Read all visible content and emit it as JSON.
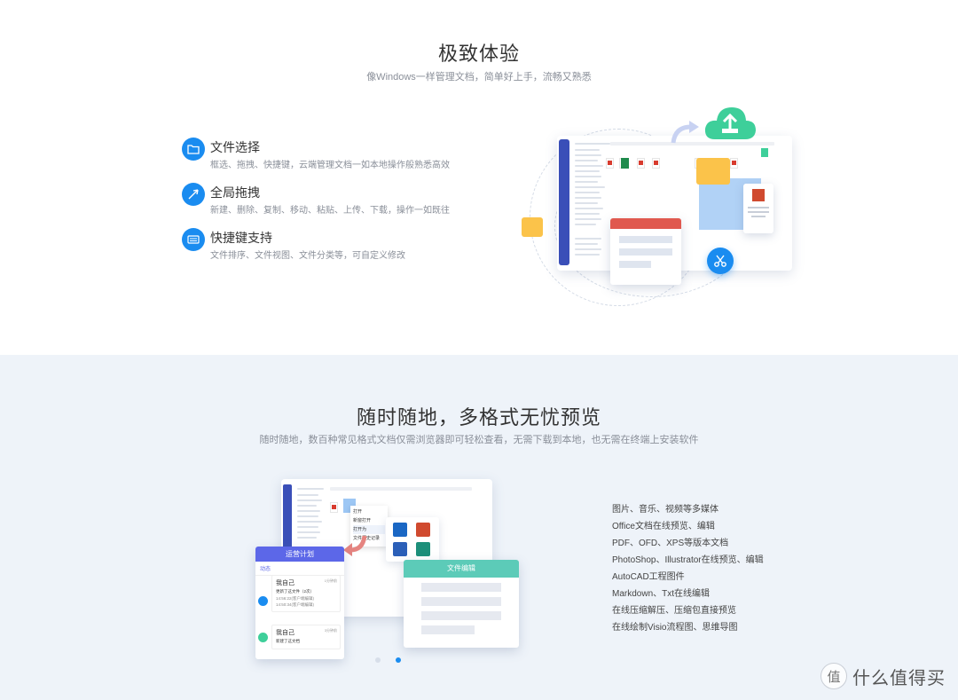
{
  "section1": {
    "title": "极致体验",
    "subtitle": "像Windows一样管理文档，简单好上手，流畅又熟悉",
    "features": [
      {
        "name": "文件选择",
        "desc": "框选、拖拽、快捷键，云端管理文档一如本地操作般熟悉高效",
        "icon": "folder-icon"
      },
      {
        "name": "全局拖拽",
        "desc": "新建、删除、复制、移动、粘贴、上传、下载，操作一如既往",
        "icon": "drag-icon"
      },
      {
        "name": "快捷键支持",
        "desc": "文件排序、文件视图、文件分类等，可自定义修改",
        "icon": "keyboard-icon"
      }
    ]
  },
  "section2": {
    "title": "随时随地，多格式无忧预览",
    "subtitle": "随时随地，数百种常见格式文档仅需浏览器即可轻松查看，无需下载到本地，也无需在终端上安装软件",
    "formats": [
      "图片、音乐、视频等多媒体",
      "Office文档在线预览、编辑",
      "PDF、OFD、XPS等版本文档",
      "PhotoShop、Illustrator在线预览、编辑",
      "AutoCAD工程图件",
      "Markdown、Txt在线编辑",
      "在线压缩解压、压缩包直接预览",
      "在线绘制Visio流程图、思维导图"
    ],
    "card_plan": {
      "header": "运营计划",
      "tab": "动态",
      "entries": [
        {
          "who": "我自己",
          "time": "1分钟前",
          "action": "更新了这文件（2次）",
          "log1": "14:56:22(客户端编辑)",
          "log2": "14:50:34(客户端编辑)"
        },
        {
          "who": "我自己",
          "time": "3分钟前",
          "action": "新建了这文档"
        }
      ]
    },
    "card_edit": {
      "header": "文件编辑"
    },
    "context_menu": [
      "打开",
      "新窗打开",
      "打开为",
      "文件历史记录"
    ]
  },
  "watermark": {
    "symbol": "值",
    "text": "什么值得买"
  },
  "colors": {
    "accent": "#1a8cf0",
    "sidebar": "#3a4fb8",
    "green": "#3ecf9a",
    "red": "#e0594f",
    "teal": "#5ccbb8",
    "purple": "#5c67e8",
    "bg2": "#eef3f9"
  }
}
